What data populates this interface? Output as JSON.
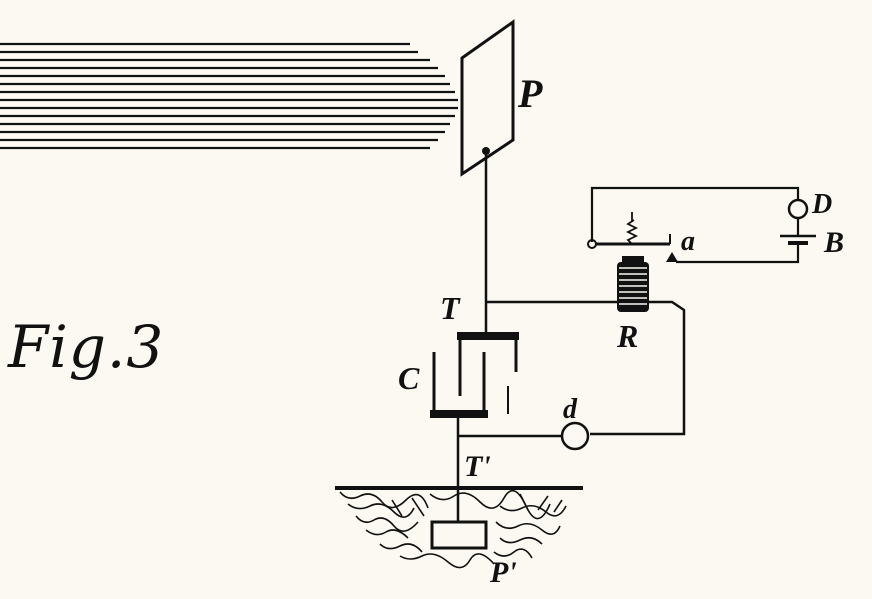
{
  "figure": {
    "title": "Fig.3"
  },
  "labels": {
    "P": "P",
    "D": "D",
    "a": "a",
    "B": "B",
    "T": "T",
    "R": "R",
    "C": "C",
    "d": "d",
    "T_prime": "T'",
    "P_prime": "P'"
  },
  "colors": {
    "ink": "#111111",
    "paper": "#fbf9f2"
  }
}
